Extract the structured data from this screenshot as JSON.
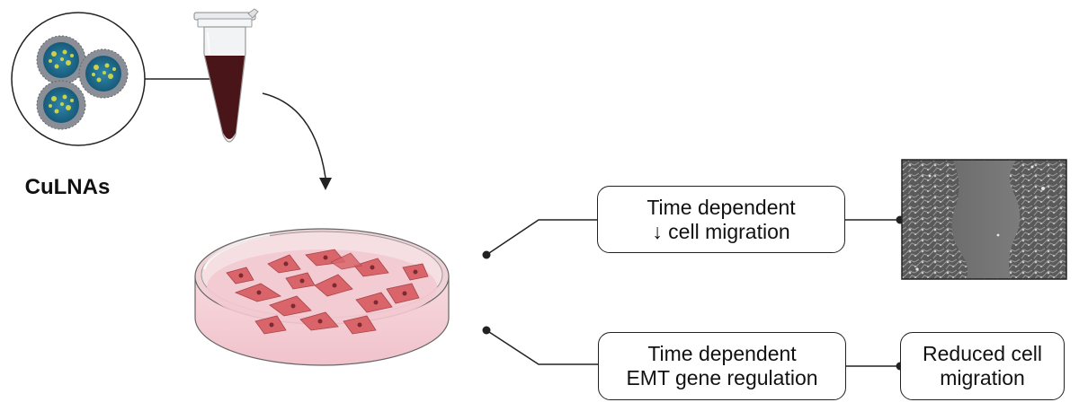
{
  "nanoparticle_label": "CuLNAs",
  "outcome_1": {
    "line1": "Time dependent",
    "line2": "↓ cell migration"
  },
  "outcome_2": {
    "line1": "Time dependent",
    "line2": "EMT gene regulation"
  },
  "outcome_3": {
    "line1": "Reduced cell",
    "line2": "migration"
  },
  "colors": {
    "tube_liquid": "#4a1518",
    "dish_medium": "#f3c9d0",
    "cell_fill": "#d9656a",
    "particle_core": "#1f6e93",
    "particle_shell": "#8a8f97",
    "line": "#222222"
  }
}
